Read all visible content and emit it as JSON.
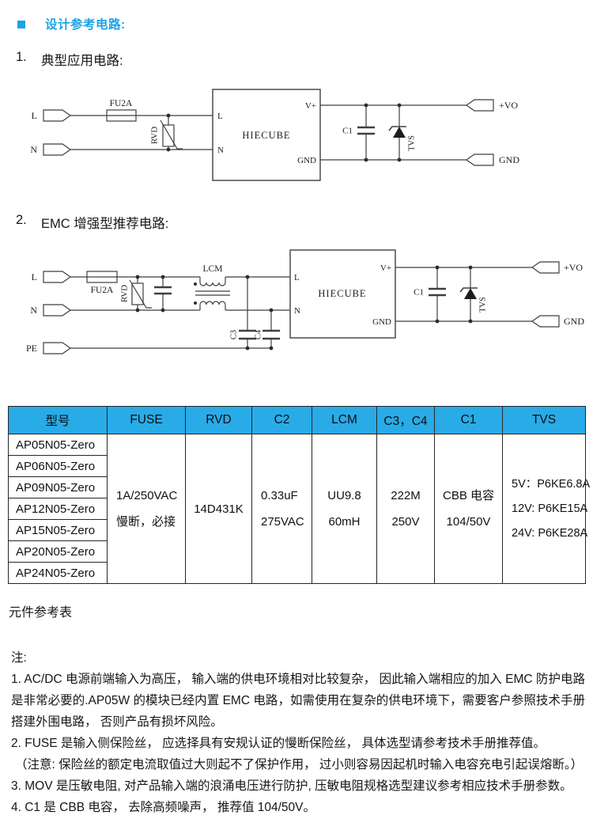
{
  "colors": {
    "accent_blue": "#1da2e6",
    "table_header_bg": "#29abe8"
  },
  "header": {
    "title": "设计参考电路:"
  },
  "sections": {
    "s1_num": "1.",
    "s1_title": "典型应用电路:",
    "s2_num": "2.",
    "s2_title": "EMC 增强型推荐电路:"
  },
  "circuit1": {
    "labels": {
      "in_l": "L",
      "in_n": "N",
      "fuse": "FU2A",
      "rvd": "RVD",
      "module": "HIECUBE",
      "pin_l": "L",
      "pin_n": "N",
      "pin_vp": "V+",
      "pin_gnd": "GND",
      "c1": "C1",
      "tvs": "TVS",
      "out_vo": "+VO",
      "out_gnd": "GND"
    }
  },
  "circuit2": {
    "labels": {
      "in_l": "L",
      "in_n": "N",
      "in_pe": "PE",
      "fuse": "FU2A",
      "rvd": "RVD",
      "lcm": "LCM",
      "c3": "C3",
      "c4": "C4",
      "module": "HIECUBE",
      "pin_l": "L",
      "pin_n": "N",
      "pin_vp": "V+",
      "pin_gnd": "GND",
      "c1": "C1",
      "tvs": "TVS",
      "out_vo": "+VO",
      "out_gnd": "GND"
    }
  },
  "table": {
    "headers": [
      "型号",
      "FUSE",
      "RVD",
      "C2",
      "LCM",
      "C3，C4",
      "C1",
      "TVS"
    ],
    "models": [
      "AP05N05-Zero",
      "AP06N05-Zero",
      "AP09N05-Zero",
      "AP12N05-Zero",
      "AP15N05-Zero",
      "AP20N05-Zero",
      "AP24N05-Zero"
    ],
    "fuse": [
      "1A/250VAC",
      "慢断，必接"
    ],
    "rvd": "14D431K",
    "c2": [
      "0.33uF",
      "275VAC"
    ],
    "lcm": [
      "UU9.8",
      "60mH"
    ],
    "c3c4": [
      "222M",
      "250V"
    ],
    "c1": [
      "CBB 电容",
      "104/50V"
    ],
    "tvs": [
      "5V：P6KE6.8A",
      "12V: P6KE15A",
      "24V: P6KE28A"
    ]
  },
  "caption": "元件参考表",
  "notes": {
    "title": "注:",
    "items": [
      "1. AC/DC 电源前端输入为高压， 输入端的供电环境相对比较复杂， 因此输入端相应的加入 EMC 防护电路是非常必要的.AP05W 的模块已经内置 EMC 电路，如需使用在复杂的供电环境下，需要客户参照技术手册搭建外围电路， 否则产品有损坏风险。",
      "2. FUSE 是输入侧保险丝， 应选择具有安规认证的慢断保险丝， 具体选型请参考技术手册推荐值。",
      "（注意: 保险丝的额定电流取值过大则起不了保护作用， 过小则容易因起机时输入电容充电引起误熔断。）",
      "3. MOV 是压敏电阻, 对产品输入端的浪涌电压进行防护, 压敏电阻规格选型建议参考相应技术手册参数。",
      "4. C1 是 CBB 电容， 去除高频噪声， 推荐值 104/50V。"
    ]
  }
}
